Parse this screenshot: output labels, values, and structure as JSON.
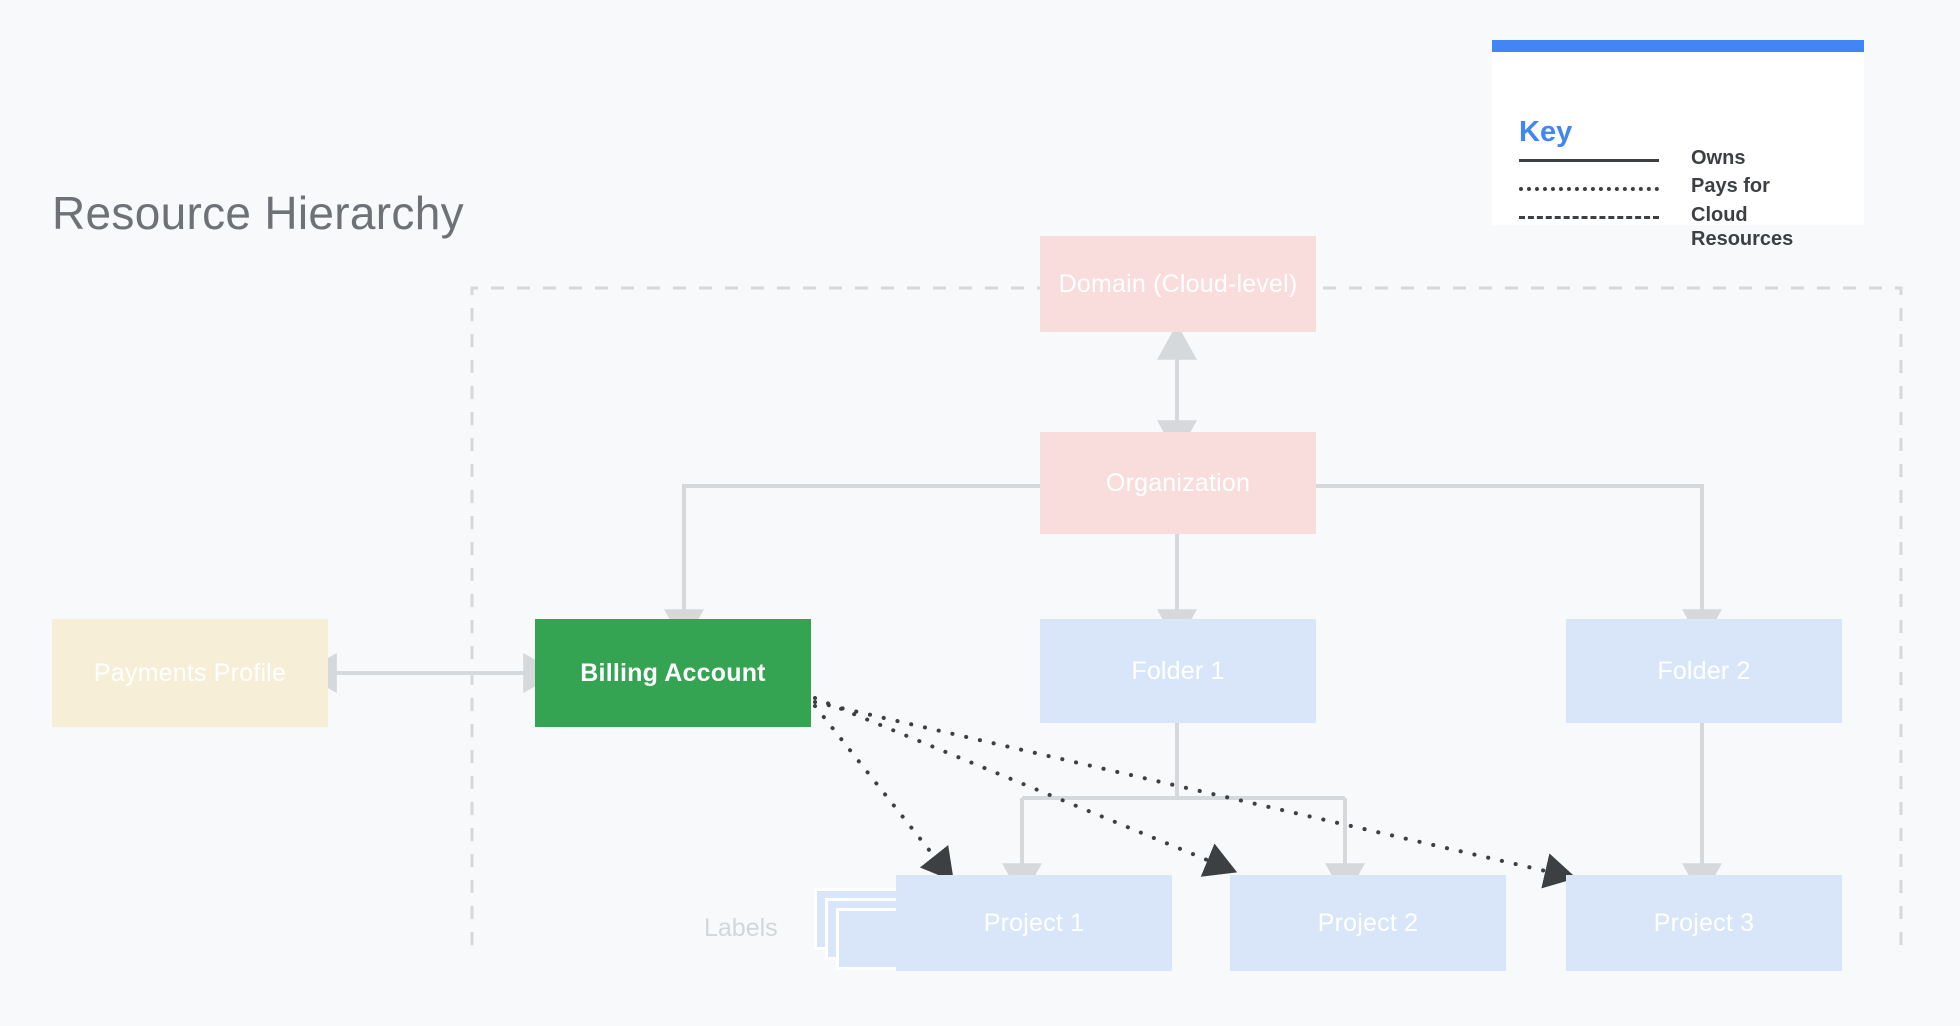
{
  "page": {
    "title": "Resource Hierarchy",
    "background_color": "#f7f9fa"
  },
  "key": {
    "title": "Key",
    "accent_color": "#4285f4",
    "rows": [
      {
        "style": "solid",
        "label": "Owns"
      },
      {
        "style": "dotted",
        "label": "Pays for"
      },
      {
        "style": "dashed",
        "label": "Cloud\nResources"
      }
    ]
  },
  "nodes": {
    "domain": {
      "label": "Domain (Cloud-level)",
      "color": "#f9dddd"
    },
    "organization": {
      "label": "Organization",
      "color": "#f9dddd"
    },
    "payments": {
      "label": "Payments Profile",
      "color": "#f7eed8"
    },
    "billing": {
      "label": "Billing Account",
      "color": "#34a453"
    },
    "folder1": {
      "label": "Folder 1",
      "color": "#d9e6fa"
    },
    "folder2": {
      "label": "Folder 2",
      "color": "#d9e6fa"
    },
    "project1": {
      "label": "Project 1",
      "color": "#d9e6fa"
    },
    "project2": {
      "label": "Project 2",
      "color": "#d9e6fa"
    },
    "project3": {
      "label": "Project 3",
      "color": "#d9e6fa"
    }
  },
  "annotations": {
    "labels_caption": "Labels"
  },
  "edges": {
    "owns_color": "#d6d9db",
    "pays_for_color": "#3c4043",
    "cloud_resources_boundary_color": "#d6d9db",
    "relations": [
      {
        "from": "domain",
        "to": "organization",
        "type": "owns",
        "bidirectional": true
      },
      {
        "from": "organization",
        "to": "billing",
        "type": "owns"
      },
      {
        "from": "organization",
        "to": "folder1",
        "type": "owns"
      },
      {
        "from": "organization",
        "to": "folder2",
        "type": "owns"
      },
      {
        "from": "payments",
        "to": "billing",
        "type": "owns",
        "bidirectional": true
      },
      {
        "from": "folder1",
        "to": "project1",
        "type": "owns"
      },
      {
        "from": "folder1",
        "to": "project2",
        "type": "owns"
      },
      {
        "from": "folder2",
        "to": "project3",
        "type": "owns"
      },
      {
        "from": "billing",
        "to": "project1",
        "type": "pays for"
      },
      {
        "from": "billing",
        "to": "project2",
        "type": "pays for"
      },
      {
        "from": "billing",
        "to": "project3",
        "type": "pays for"
      }
    ]
  }
}
